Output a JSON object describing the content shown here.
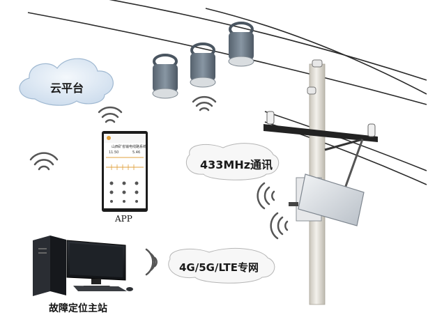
{
  "cloud": {
    "label": "云平台"
  },
  "bubbles": {
    "radio_433": "433MHz通讯",
    "cellular": "4G/5G/LTE专网"
  },
  "app": {
    "label": "APP",
    "screen_title": "山西矿省输电线路系统",
    "stat_left": "11.50",
    "stat_right": "5.46"
  },
  "master_station": {
    "label": "故障定位主站"
  },
  "colors": {
    "cloud_fill": "#dfeaf5",
    "cloud_stroke": "#9fb8d1",
    "sensor_body": "#6e7d8b",
    "sensor_ring": "#4a5560",
    "pole": "#e6e3db",
    "app_accent": "#e0a03c",
    "solar_panel": "#d9dde2"
  }
}
